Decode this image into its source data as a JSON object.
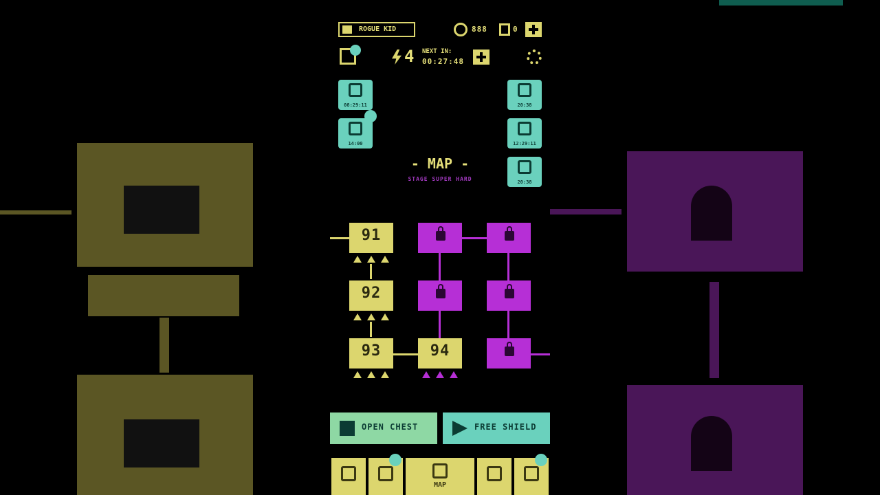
{
  "hud": {
    "player_name": "ROGUE KID",
    "coins": "888",
    "gems": "0",
    "energy": "4",
    "next_in_label": "NEXT IN:",
    "next_in_timer": "00:27:48"
  },
  "left_buttons": [
    {
      "name": "side-button-shop",
      "label": "08:29:11",
      "icon": "shop-icon"
    },
    {
      "name": "side-button-chest",
      "label": "14:00",
      "icon": "chest-icon"
    }
  ],
  "right_buttons": [
    {
      "name": "side-button-mail",
      "label": "20:38",
      "icon": "mail-icon"
    },
    {
      "name": "side-button-event",
      "label": "12:29:11",
      "icon": "trophy-icon"
    },
    {
      "name": "side-button-gem",
      "label": "20:38",
      "icon": "gem-icon"
    }
  ],
  "map": {
    "title": "- MAP -",
    "subtitle": "STAGE SUPER HARD"
  },
  "nodes": [
    {
      "label": "91",
      "state": "unlocked"
    },
    {
      "label": "92",
      "state": "unlocked"
    },
    {
      "label": "93",
      "state": "unlocked"
    },
    {
      "label": "94",
      "state": "current"
    },
    {
      "label": "",
      "state": "locked"
    },
    {
      "label": "",
      "state": "locked"
    },
    {
      "label": "",
      "state": "locked"
    },
    {
      "label": "",
      "state": "locked"
    },
    {
      "label": "",
      "state": "locked"
    }
  ],
  "actions": {
    "open_chest": "OPEN CHEST",
    "free_shield": "FREE SHIELD"
  },
  "nav": {
    "map_label": "MAP"
  },
  "colors": {
    "yellow": "#dcd66e",
    "teal": "#6ad1bd",
    "purple": "#b62fd6"
  }
}
